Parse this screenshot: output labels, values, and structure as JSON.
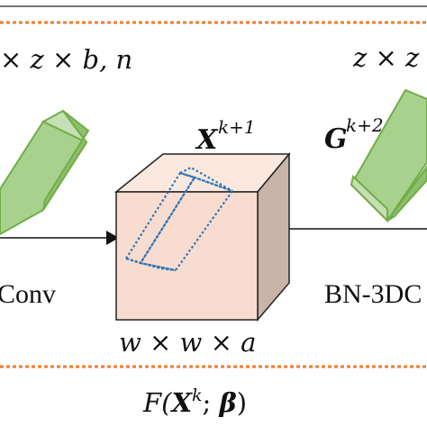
{
  "top_dims_left": "× z × b, n",
  "top_dims_right": "z × z",
  "tensor_x": {
    "base": "X",
    "sup": "k+1"
  },
  "tensor_g": {
    "base": "G",
    "sup": "k+2"
  },
  "left_op": "Conv",
  "right_op": "BN-3DC",
  "cube_dims": "w × w × a",
  "function_label": {
    "name": "F(",
    "arg": "X",
    "sup": "k",
    "sep": "; ",
    "param": "β",
    "close": ")"
  },
  "colors": {
    "bar_front": "#a9d18e",
    "bar_top": "#c5e0b4",
    "bar_side": "#8fbf6c",
    "bar_stroke": "#70ad47",
    "cube_front": "#f8dccf",
    "cube_top": "#fbe9e0",
    "cube_side": "#c9b4aa",
    "dotted_box": "#2e75b6",
    "dash_line": "#ed7d31"
  }
}
